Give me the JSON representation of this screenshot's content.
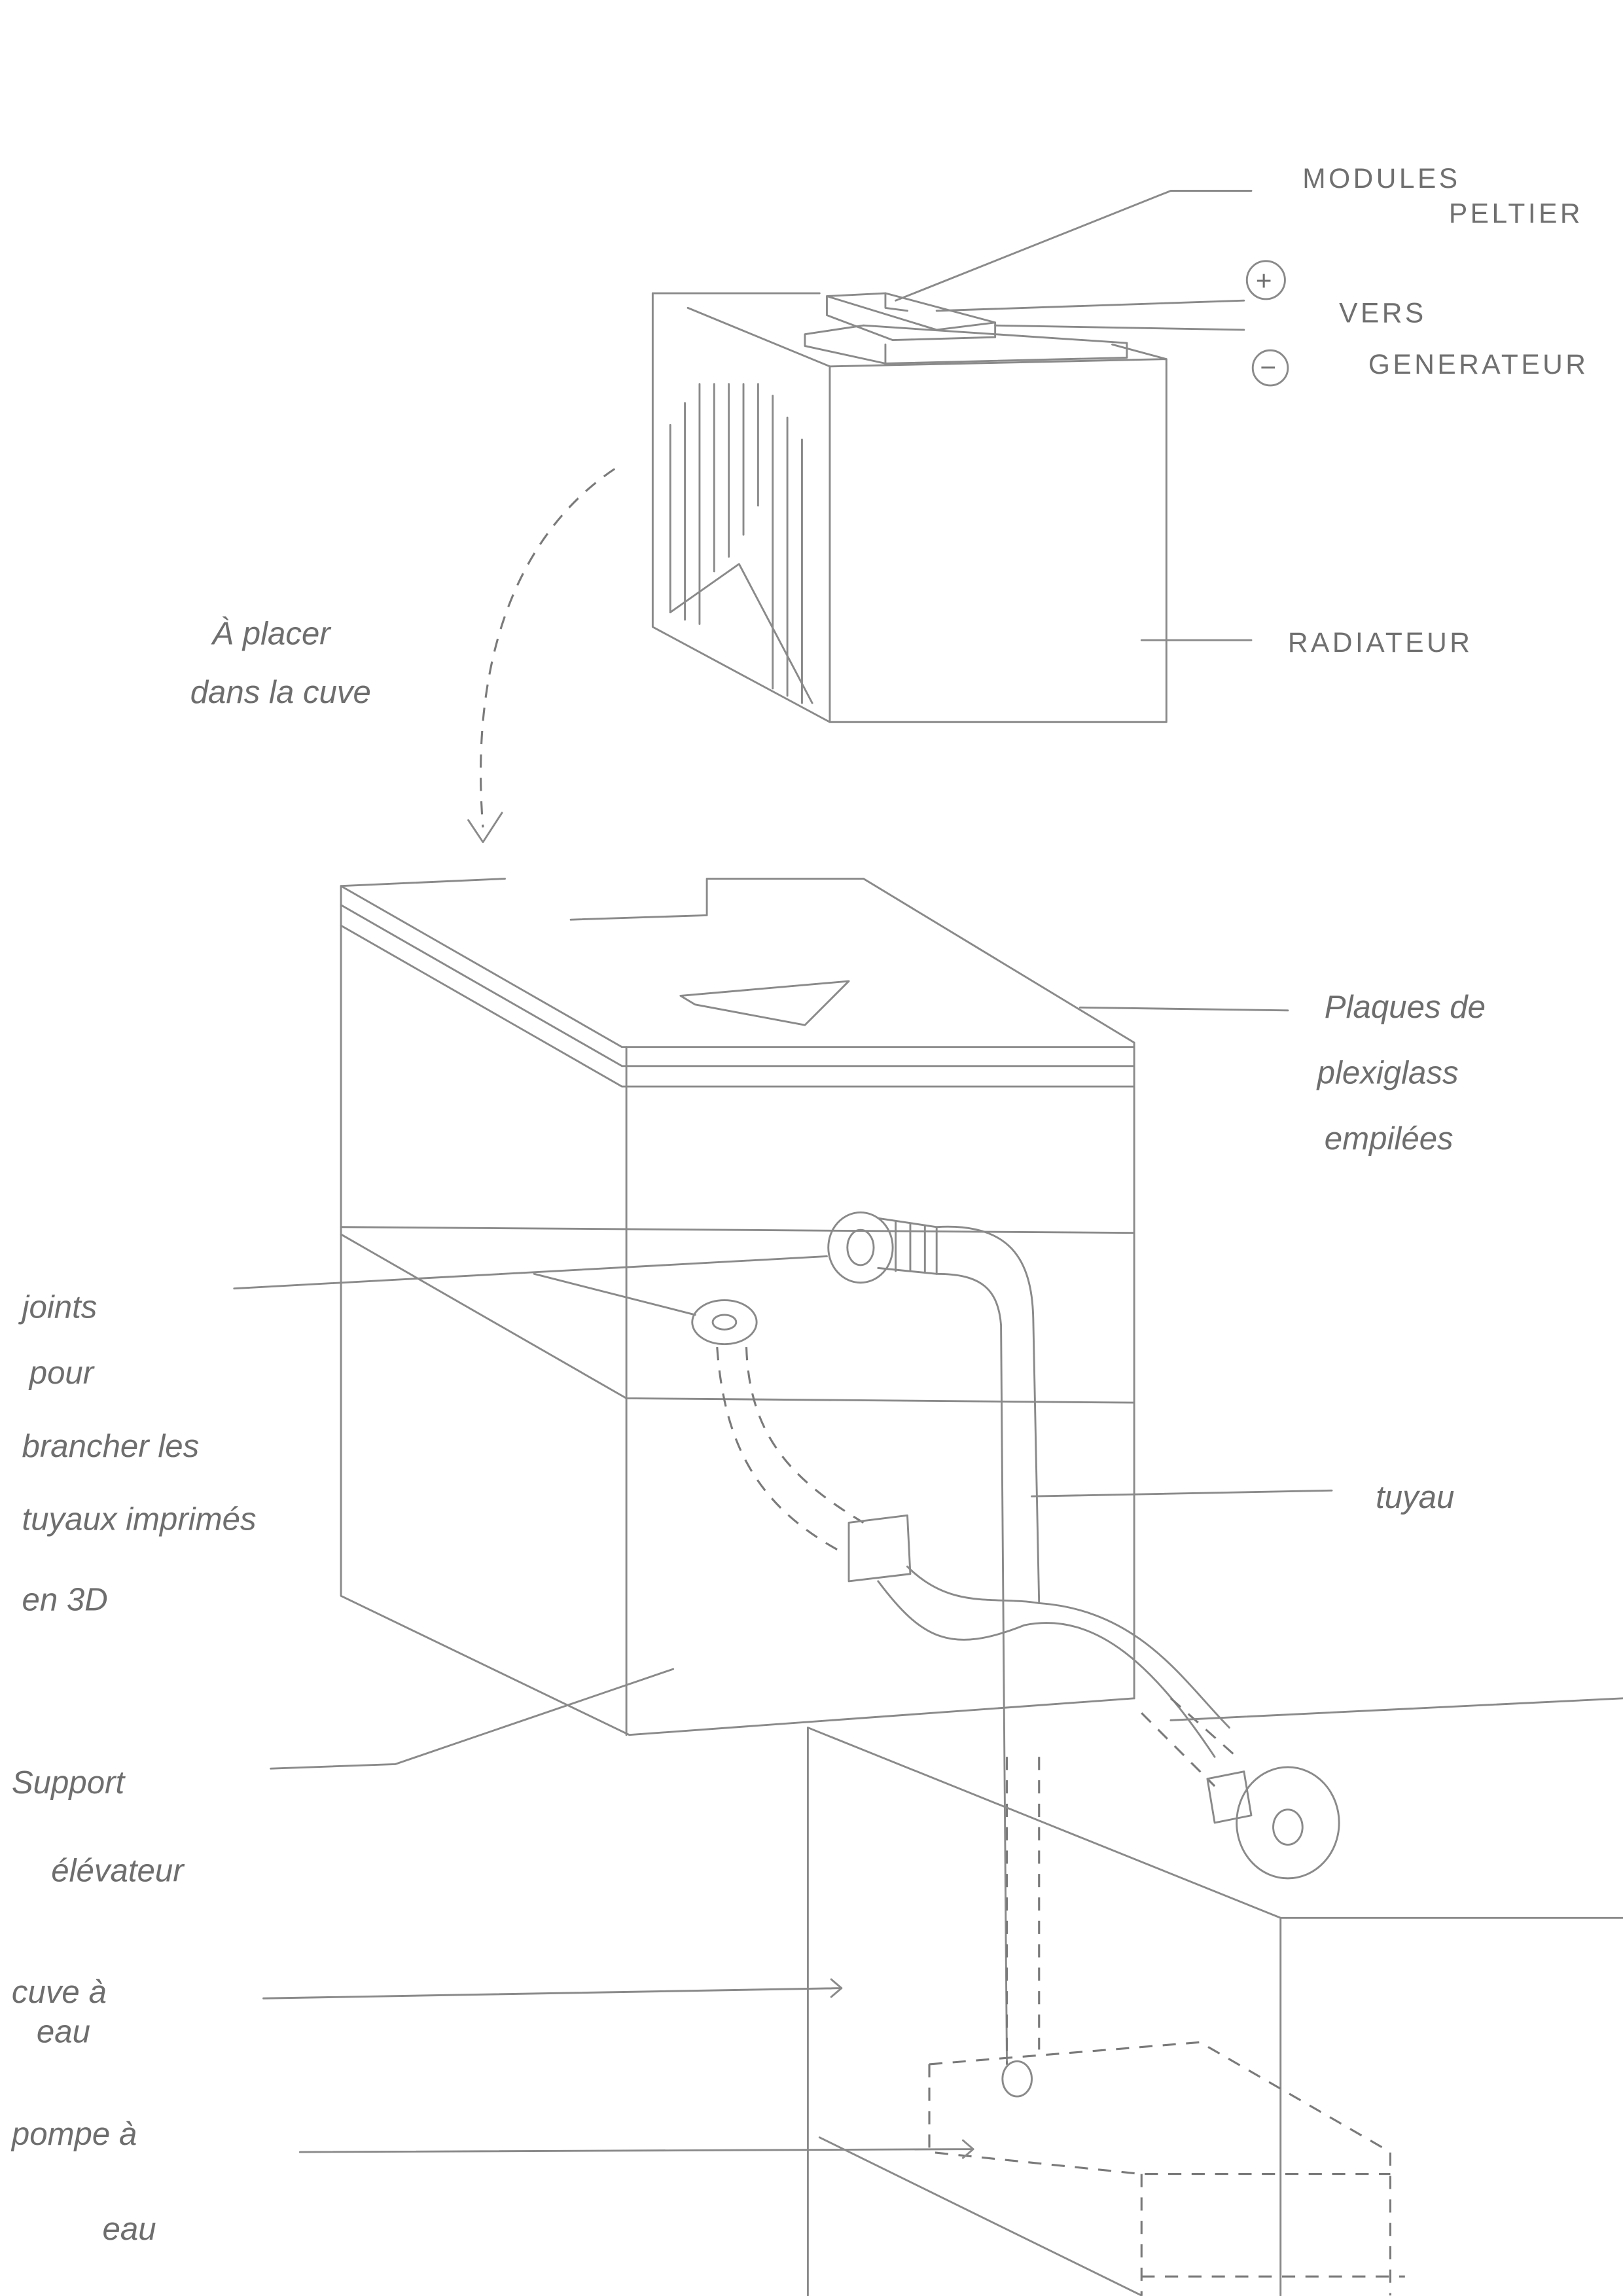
{
  "labels": {
    "modules_1": "MODULES",
    "modules_2": "PELTIER",
    "plus": "+",
    "minus": "−",
    "vers_1": "VERS",
    "vers_2": "GENERATEUR",
    "radiateur": "RADIATEUR",
    "placer_1": "À placer",
    "placer_2": "dans la cuve",
    "plaques_1": "Plaques de",
    "plaques_2": "plexiglass",
    "plaques_3": "empilées",
    "joints_1": "joints",
    "joints_2": "pour",
    "joints_3": "brancher les",
    "joints_4": "tuyaux imprimés",
    "joints_5": "en 3D",
    "tuyau": "tuyau",
    "support_1": "Support",
    "support_2": "élévateur",
    "cuve_1": "cuve à",
    "cuve_2": "eau",
    "pompe_1": "pompe à",
    "pompe_2": "eau"
  },
  "colors": {
    "pencil": "#8a8a8a"
  }
}
